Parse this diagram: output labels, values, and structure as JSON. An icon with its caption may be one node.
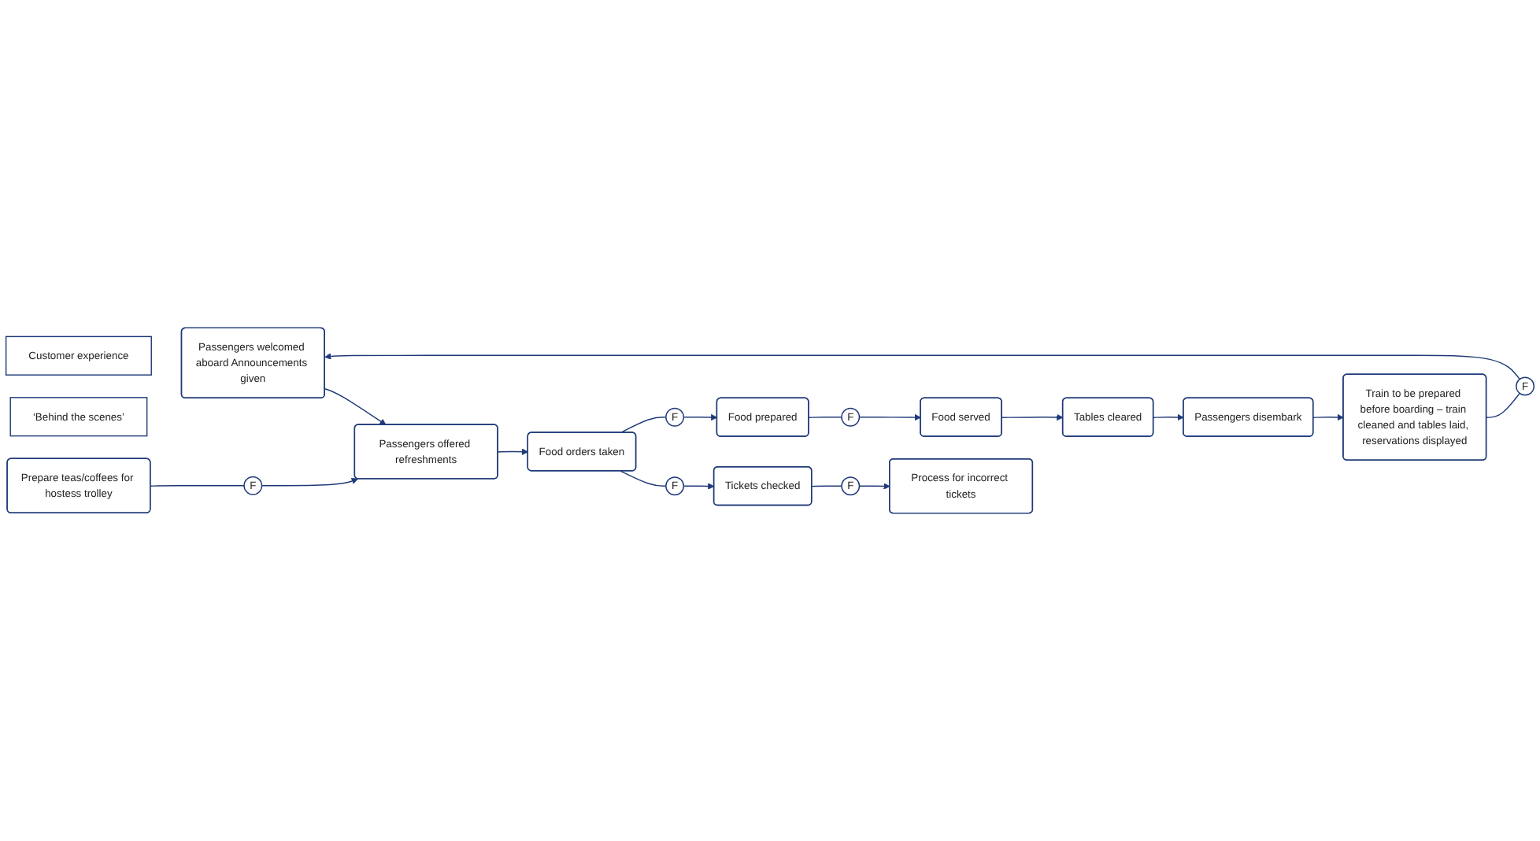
{
  "diagram": {
    "nodes": [
      {
        "text": [
          "Customer experience"
        ]
      },
      {
        "text": [
          "‘Behind the scenes’"
        ]
      },
      {
        "text": [
          "Passengers welcomed aboard Announcements given"
        ]
      },
      {
        "text": [
          "Tickets checked"
        ]
      },
      {
        "text": [
          "F"
        ]
      },
      {
        "text": [
          "Process for incorrect tickets"
        ]
      },
      {
        "text": [
          "Passengers offered refreshments"
        ]
      },
      {
        "text": [
          "Food orders taken"
        ]
      },
      {
        "text": [
          "F"
        ]
      },
      {
        "text": [
          "Food served"
        ]
      },
      {
        "text": [
          "Tables cleared"
        ]
      },
      {
        "text": [
          "Passengers disembark"
        ]
      },
      {
        "text": [
          "F"
        ]
      },
      {
        "text": [
          "F"
        ]
      },
      {
        "text": [
          "F"
        ]
      },
      {
        "text": [
          "F"
        ]
      },
      {
        "text": [
          "Train to be prepared before boarding – train cleaned and tables laid, reservations displayed"
        ]
      },
      {
        "text": [
          "Prepare teas/coffees for hostess trolley"
        ]
      },
      {
        "text": [
          "Food prepared"
        ]
      }
    ],
    "edges": [
      {
        "from": 2,
        "to": 6,
        "arrow": "to"
      },
      {
        "from": 6,
        "to": 7,
        "arrow": "to"
      },
      {
        "from": 7,
        "to": 8,
        "arrow": "none"
      },
      {
        "from": 8,
        "to": 3,
        "arrow": "to"
      },
      {
        "from": 3,
        "to": 4,
        "arrow": "none"
      },
      {
        "from": 4,
        "to": 5,
        "arrow": "to"
      },
      {
        "from": 9,
        "to": 10,
        "arrow": "to"
      },
      {
        "from": 10,
        "to": 11,
        "arrow": "to"
      },
      {
        "from": 11,
        "to": 16,
        "arrow": "to"
      },
      {
        "from": 16,
        "to": 12,
        "arrow": "none"
      },
      {
        "from": 12,
        "to": 2,
        "arrow": "to"
      },
      {
        "from": 17,
        "to": 13,
        "arrow": "none"
      },
      {
        "from": 13,
        "to": 6,
        "arrow": "to"
      },
      {
        "from": 7,
        "to": 15,
        "arrow": "none"
      },
      {
        "from": 15,
        "to": 18,
        "arrow": "to"
      },
      {
        "from": 18,
        "to": 14,
        "arrow": "none"
      },
      {
        "from": 14,
        "to": 9,
        "arrow": "to"
      }
    ]
  }
}
